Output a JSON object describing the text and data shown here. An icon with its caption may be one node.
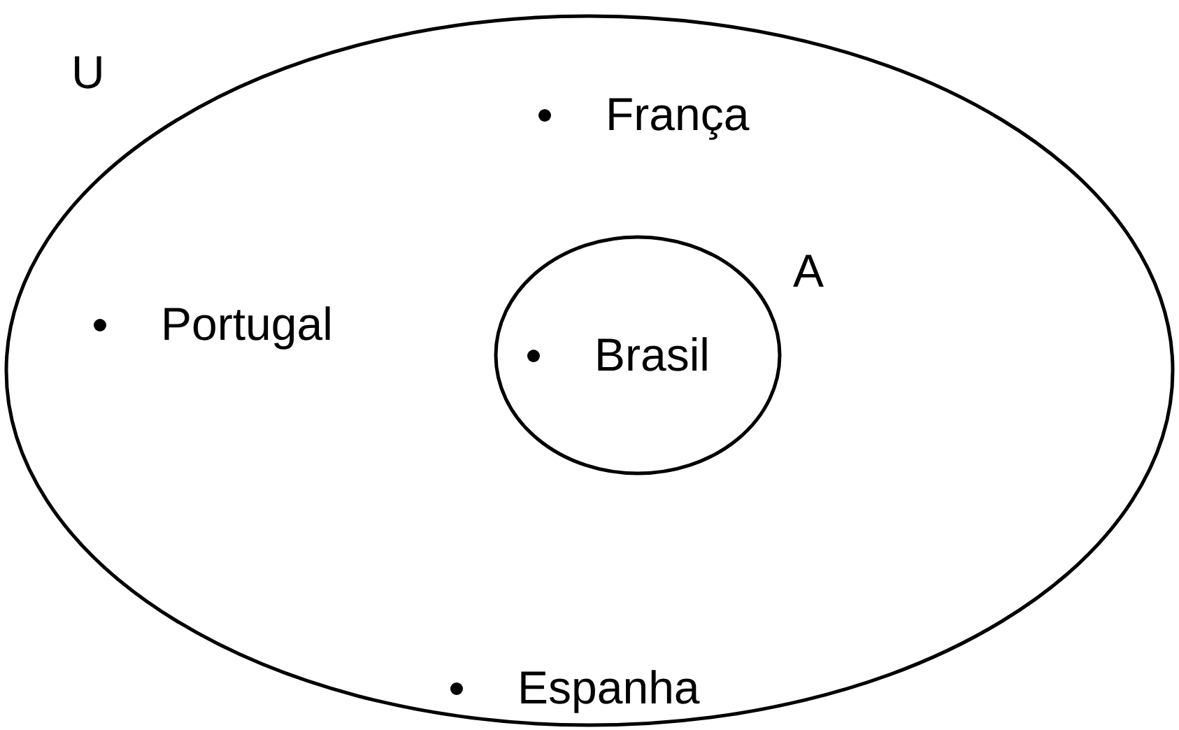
{
  "diagram": {
    "nodes": [
      {
        "text": [
          "U",
          "França",
          "Portugal",
          "Espanha"
        ]
      },
      {
        "text": [
          "A",
          "Brasil"
        ],
        "in": 0
      }
    ]
  }
}
